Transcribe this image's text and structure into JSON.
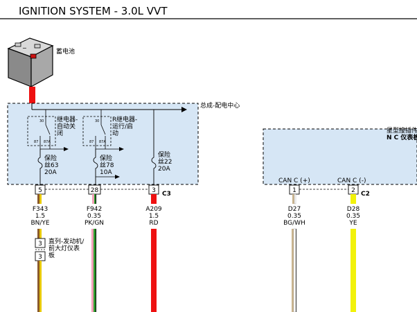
{
  "title": "IGNITION SYSTEM - 3.0L VVT",
  "battery": {
    "label": "蓄电池"
  },
  "distribution_center": {
    "label": "总成-配电中心",
    "relay1": {
      "lines": [
        "继电器-",
        "自动关",
        "闭"
      ],
      "pins": [
        "30",
        "87",
        "87A"
      ]
    },
    "relay2": {
      "prefix": "R",
      "lines": [
        "继电器-",
        "运行/启",
        "动"
      ],
      "pins": [
        "30",
        "87",
        "87A"
      ]
    },
    "fuses": [
      {
        "line1": "保险",
        "line2": "丝63",
        "rating": "20A"
      },
      {
        "line1": "保险",
        "line2": "丝78",
        "rating": "10A"
      },
      {
        "line1": "保险",
        "line2": "丝22",
        "rating": "20A"
      }
    ],
    "connector": "C3"
  },
  "module": {
    "line1": "星型接插件",
    "line2": "N C 仪表板",
    "pins": [
      {
        "label": "CAN C (+)",
        "number": "1"
      },
      {
        "label": "CAN C (-)",
        "number": "2"
      }
    ],
    "connector": "C2"
  },
  "dc_pins": [
    "5",
    "28",
    "3"
  ],
  "wires": [
    {
      "circuit": "F343",
      "gauge": "1.5",
      "color": "BN/YE",
      "hex": "#e8c900"
    },
    {
      "circuit": "F942",
      "gauge": "0.35",
      "color": "PK/GN",
      "hex": "#2e9b2e"
    },
    {
      "circuit": "A209",
      "gauge": "1.5",
      "color": "RD",
      "hex": "#ee1111"
    },
    {
      "circuit": "D27",
      "gauge": "0.35",
      "color": "BG/WH",
      "hex": "#c9b48f"
    },
    {
      "circuit": "D28",
      "gauge": "0.35",
      "color": "YE",
      "hex": "#f2f20a"
    }
  ],
  "destination": {
    "pin_top": "3",
    "pin_bottom": "3",
    "lines": [
      "直列-发动机/",
      "前大灯仪表",
      "板"
    ]
  },
  "colors": {
    "panel_fill": "#d6e6f5",
    "battery_red": "#ee1111",
    "pk": "#f2a0b8"
  }
}
